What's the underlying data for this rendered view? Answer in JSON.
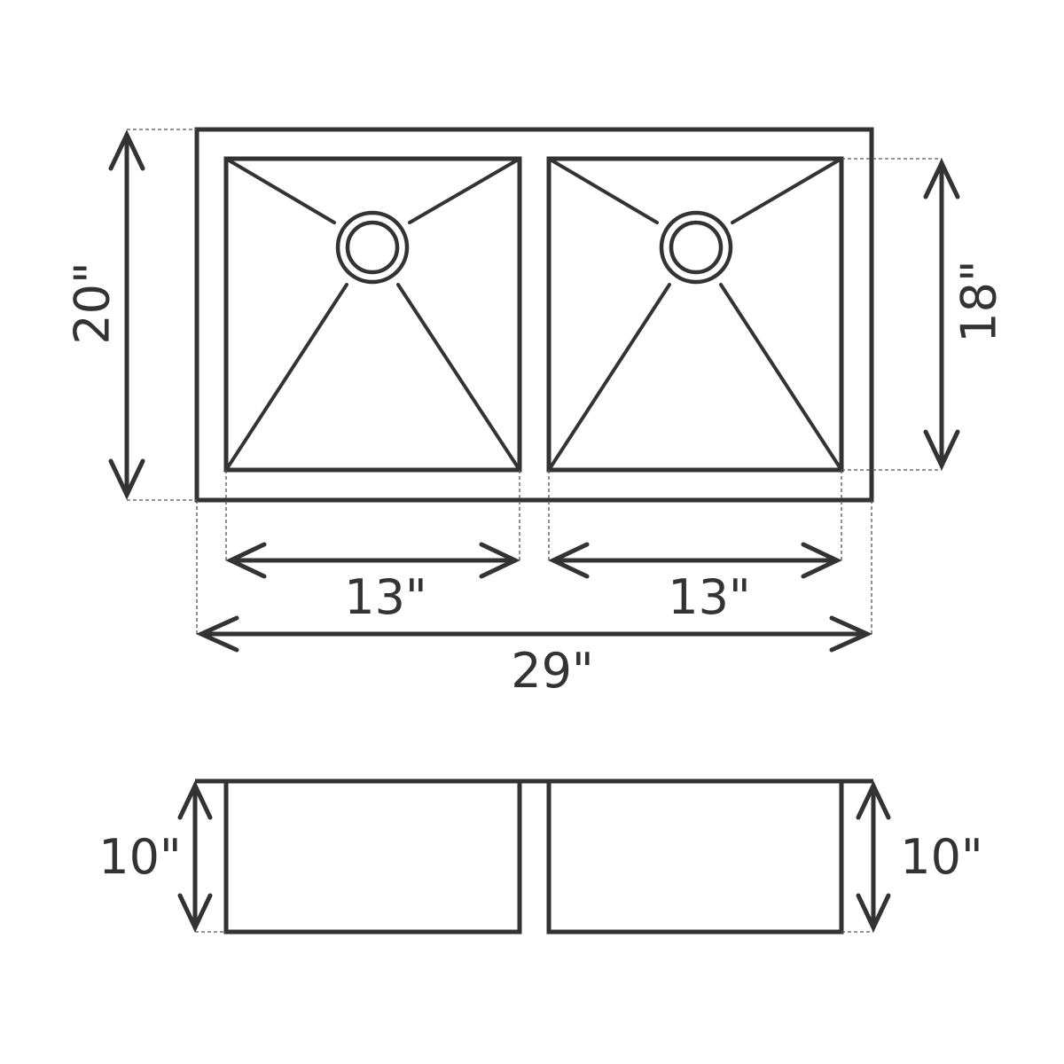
{
  "plan_view": {
    "overall_depth": "20\"",
    "bowl_depth": "18\"",
    "left_bowl_width": "13\"",
    "right_bowl_width": "13\"",
    "overall_width": "29\""
  },
  "side_view": {
    "left_bowl_height": "10\"",
    "right_bowl_height": "10\""
  },
  "colors": {
    "line": "#333333",
    "background": "#ffffff"
  }
}
